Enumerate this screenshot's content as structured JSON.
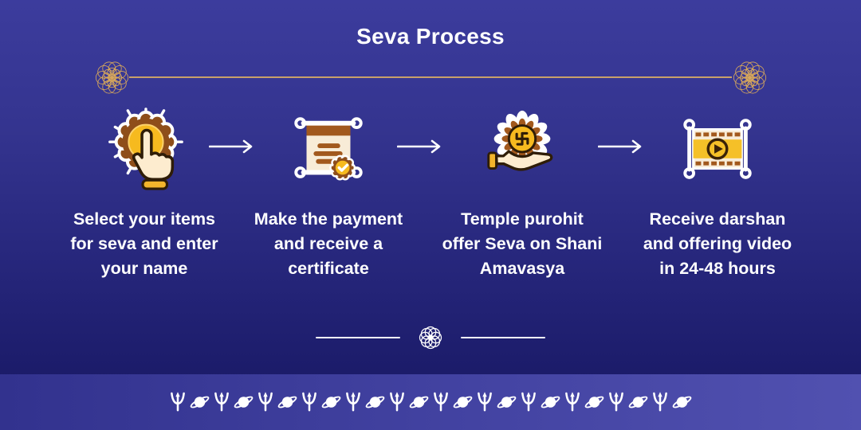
{
  "header": {
    "title": "Seva Process"
  },
  "steps": [
    {
      "icon": "tap-select-icon",
      "lines": [
        "Select your items",
        "for seva and enter",
        "your name"
      ]
    },
    {
      "icon": "certificate-icon",
      "lines": [
        "Make the payment",
        "and receive a",
        "certificate"
      ]
    },
    {
      "icon": "offering-hand-icon",
      "lines": [
        "Temple purohit",
        "offer Seva on Shani",
        "Amavasya"
      ]
    },
    {
      "icon": "video-darshan-icon",
      "lines": [
        "Receive darshan",
        "and offering video",
        "in 24-48 hours"
      ]
    }
  ],
  "decor": {
    "divider_ornament": "mandala-ornament",
    "bottom_ornament": "rosette-ornament",
    "arrow": "arrow-right-icon"
  },
  "footer": {
    "sequence": [
      "trishul-icon",
      "saturn-icon"
    ],
    "pairs": 12
  },
  "colors": {
    "background_top": "#3c3c9d",
    "background_bottom": "#1b1b69",
    "footer_band_left": "#32328e",
    "footer_band_right": "#5151b0",
    "divider_gold": "#c8a06a",
    "icon_gold": "#f6ba1f",
    "icon_gold_band": "#f5c028",
    "icon_brown": "#8e4e1a",
    "icon_line_brown": "#a2591d",
    "icon_cream": "#f8ecd7",
    "icon_hand_cream": "#fdeccf",
    "icon_outline_dark": "#2f1d07",
    "cuff_gold": "#f2b42c",
    "text_white": "#ffffff"
  }
}
